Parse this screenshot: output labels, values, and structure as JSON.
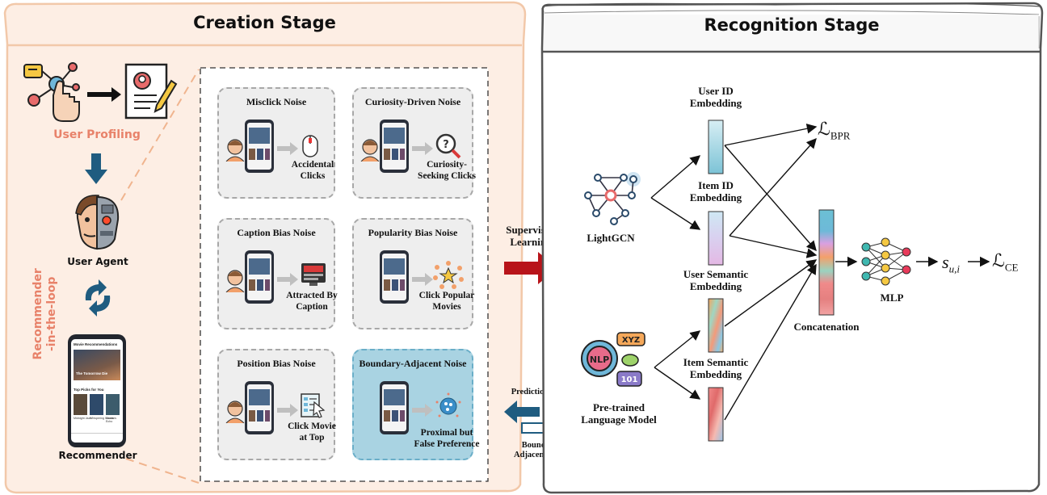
{
  "creation": {
    "title": "Creation Stage",
    "user_profiling": "User Profiling",
    "user_agent": "User Agent",
    "loop_label_1": "Recommender",
    "loop_label_2": "-in-the-loop",
    "recommender": "Recommender",
    "phone_header": "Movie Recommendations",
    "phone_hero": "The Tomorrow Die",
    "phone_section": "Top Picks for You",
    "phone_movies": [
      "Midnight Jazz",
      "Whispering Woods",
      "Ocean's Echo"
    ]
  },
  "noises": [
    {
      "title": "Misclick Noise",
      "caption": [
        "Accidental",
        "Clicks"
      ]
    },
    {
      "title": "Curiosity-Driven Noise",
      "caption": [
        "Curiosity-",
        "Seeking Clicks"
      ]
    },
    {
      "title": "Caption Bias Noise",
      "caption": [
        "Attracted By",
        "Caption"
      ]
    },
    {
      "title": "Popularity Bias Noise",
      "caption": [
        "Click Popular",
        "Movies"
      ]
    },
    {
      "title": "Position Bias Noise",
      "caption": [
        "Click Movie",
        "at Top"
      ]
    },
    {
      "title": "Boundary-Adjacent Noise",
      "caption": [
        "Proximal but",
        "False Preference"
      ]
    }
  ],
  "middle": {
    "supervised": [
      "Supervised",
      "Learning"
    ],
    "predictions": "Predictions",
    "boundary": [
      "Boundary-",
      "Adjacent Noise"
    ]
  },
  "recognition": {
    "title": "Recognition Stage",
    "lightgcn": "LightGCN",
    "plm": [
      "Pre-trained",
      "Language Model"
    ],
    "nlp_badge": "NLP",
    "xyz_badge": "XYZ",
    "bin_badge": "101",
    "user_id": [
      "User ID",
      "Embedding"
    ],
    "item_id": [
      "Item ID",
      "Embedding"
    ],
    "user_sem": [
      "User Semantic",
      "Embedding"
    ],
    "item_sem": [
      "Item Semantic",
      "Embedding"
    ],
    "concat": "Concatenation",
    "mlp": "MLP",
    "loss_bpr_sub": "BPR",
    "loss_ce_sub": "CE",
    "score": "s",
    "score_sub": "u,i"
  },
  "colors": {
    "creation_bg": "#fdeee4",
    "creation_border": "#f2c8a9",
    "recognition_bg": "#ffffff",
    "recognition_border": "#555555",
    "accent_orange": "#e8826a",
    "arrow_blue": "#1f5c80",
    "arrow_red": "#b8141a"
  }
}
